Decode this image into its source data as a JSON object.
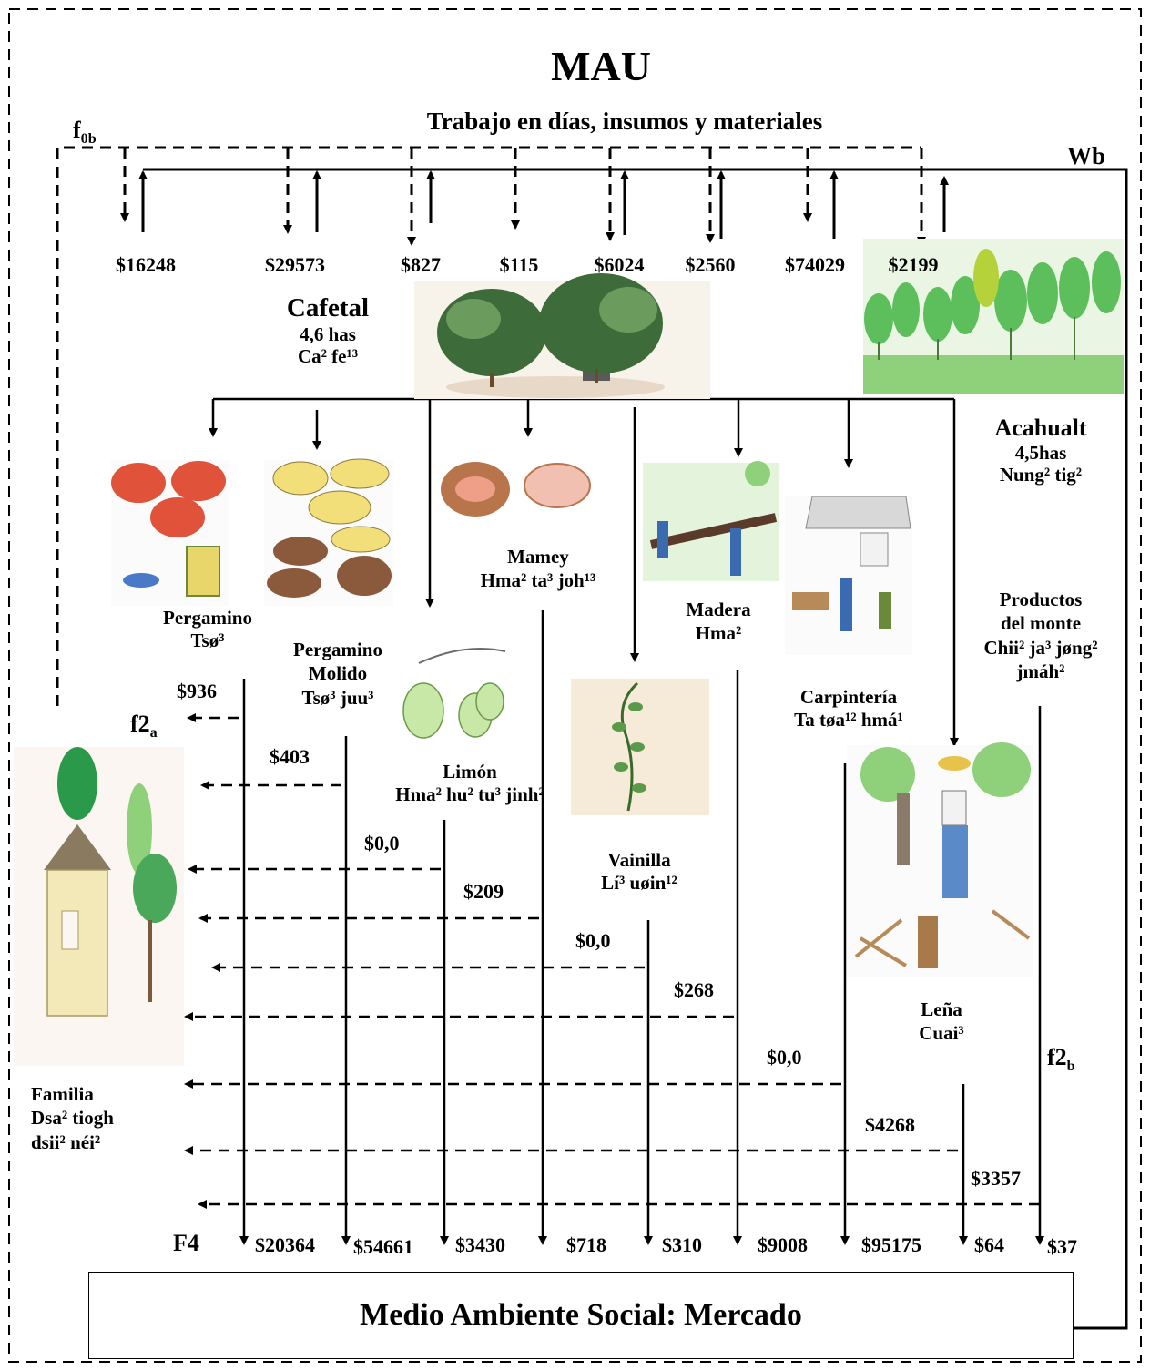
{
  "title": "MAU",
  "inputs_label": "Trabajo en días, insumos y materiales",
  "f0b": {
    "main": "f",
    "sub": "0b"
  },
  "wb": "Wb",
  "top_values": [
    "$16248",
    "$29573",
    "$827",
    "$115",
    "$6024",
    "$2560",
    "$74029",
    "$2199"
  ],
  "cafetal": {
    "name": "Cafetal",
    "area": "4,6  has",
    "native": "Ca² fe¹³"
  },
  "acahual": {
    "name": "Acahualt",
    "area": "4,5has",
    "native": "Nung² tig²"
  },
  "products": [
    {
      "name": "Pergamino",
      "native": "Tsø³"
    },
    {
      "name": "Pergamino",
      "name2": "Molido",
      "native": "Tsø³ juu³"
    },
    {
      "name": "Limón",
      "native": "Hma² hu² tu³ jinh²"
    },
    {
      "name": "Mamey",
      "native": "Hma² ta³ joh¹³"
    },
    {
      "name": "Vainilla",
      "native": "Lí³ uøin¹²"
    },
    {
      "name": "Madera",
      "native": "Hma²"
    },
    {
      "name": "Carpintería",
      "native": "Ta tøa¹² hmá¹"
    },
    {
      "name": "Leña",
      "native": "Cuai³"
    },
    {
      "name": "Productos",
      "name2": "del monte",
      "native": "Chii² ja³ jøng²",
      "native2": "jmáh²"
    }
  ],
  "f2a": {
    "main": "f2",
    "sub": "a"
  },
  "f2b": {
    "main": "f2",
    "sub": "b"
  },
  "f4": "F4",
  "family_values": [
    "$936",
    "$403",
    "$0,0",
    "$209",
    "$0,0",
    "$268",
    "$0,0",
    "$4268",
    "$3357"
  ],
  "market_values": [
    "$20364",
    "$54661",
    "$3430",
    "$718",
    "$310",
    "$9008",
    "$95175",
    "$64",
    "$37"
  ],
  "familia": {
    "name": "Familia",
    "native": "Dsa² tiogh",
    "native2": "dsii² néi²"
  },
  "market_box": "Medio Ambiente Social: Mercado",
  "colors": {
    "line": "#000000",
    "coffee_red": "#e0523a",
    "coffee_yellow": "#f2df7a",
    "coffee_brown": "#8b5a3c",
    "leaf_green": "#4caf50",
    "dark_green": "#2e7d32"
  }
}
